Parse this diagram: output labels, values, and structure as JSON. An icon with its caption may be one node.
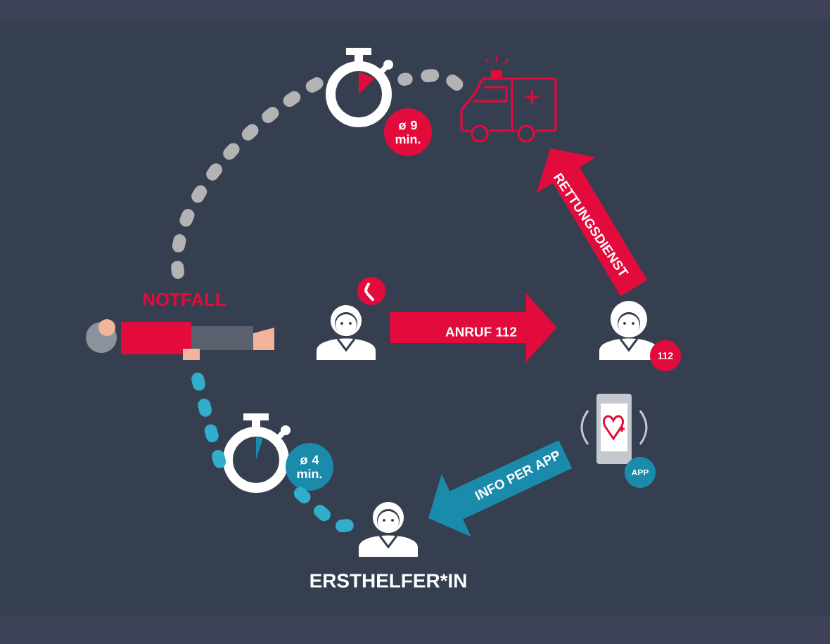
{
  "diagram": {
    "nodes": [
      {
        "text": [
          "NOTFALL"
        ]
      },
      {
        "text": [],
        "shape": "person"
      },
      {
        "text": [
          "112"
        ]
      },
      {
        "text": [],
        "shape": "ambulance"
      },
      {
        "text": [
          "APP"
        ]
      },
      {
        "text": [
          "ERSTHELFER*IN"
        ]
      },
      {
        "text": [
          "ø 9 min."
        ]
      },
      {
        "text": [
          "ø 4 min."
        ]
      }
    ],
    "edges": [
      {
        "from": 1,
        "to": 2,
        "arrow": "to",
        "label": "ANRUF 112",
        "style": "thick",
        "color": "#e30b3c"
      },
      {
        "from": 2,
        "to": 3,
        "arrow": "to",
        "label": "RETTUNGSDIENST",
        "style": "thick",
        "color": "#e30b3c"
      },
      {
        "from": 4,
        "to": 5,
        "arrow": "to",
        "label": "INFO PER APP",
        "style": "thick",
        "color": "#1b8bab"
      },
      {
        "from": 3,
        "to": 6,
        "arrow": "none",
        "style": "dashed",
        "color": "#b3b3b3"
      },
      {
        "from": 6,
        "to": 0,
        "arrow": "none",
        "style": "dashed",
        "color": "#b3b3b3"
      },
      {
        "from": 5,
        "to": 7,
        "arrow": "none",
        "style": "dashed",
        "color": "#31aecb"
      },
      {
        "from": 7,
        "to": 0,
        "arrow": "none",
        "style": "dashed",
        "color": "#31aecb"
      }
    ]
  }
}
